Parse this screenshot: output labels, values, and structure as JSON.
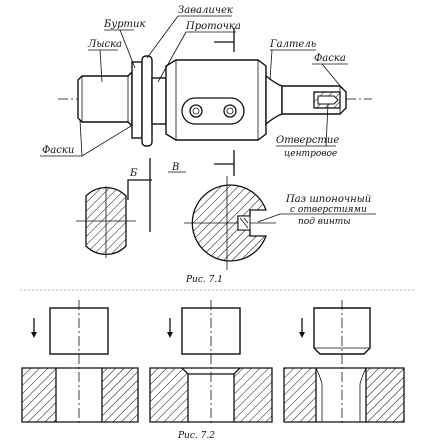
{
  "figure1": {
    "labels": {
      "burtik": "Буртик",
      "lyska": "Лыска",
      "zavalichek": "Заваличек",
      "protochka": "Проточка",
      "galtel": "Галтель",
      "faska_right": "Фаска",
      "faski_left": "Фаски",
      "otverstie_line1": "Отверстие",
      "otverstie_line2": "центровое",
      "paz_line1": "Паз шпоночный",
      "paz_line2": "с отверстиями",
      "paz_line3": "под винты",
      "mark_b": "Б",
      "mark_v": "В"
    },
    "caption": "Рис. 7.1"
  },
  "figure2": {
    "caption": "Рис. 7.2"
  }
}
